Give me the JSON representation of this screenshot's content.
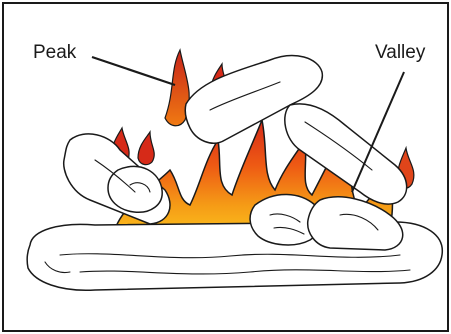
{
  "labels": {
    "peak": "Peak",
    "valley": "Valley"
  },
  "colors": {
    "border": "#1a1a1a",
    "log_fill": "#ffffff",
    "outline": "#1a1a1a",
    "flame_red": "#d62a18",
    "flame_orange": "#f07a12",
    "flame_yellow": "#ffd21f"
  },
  "icons": [
    "fireplace-log-set-illustration",
    "flame-graphic"
  ]
}
